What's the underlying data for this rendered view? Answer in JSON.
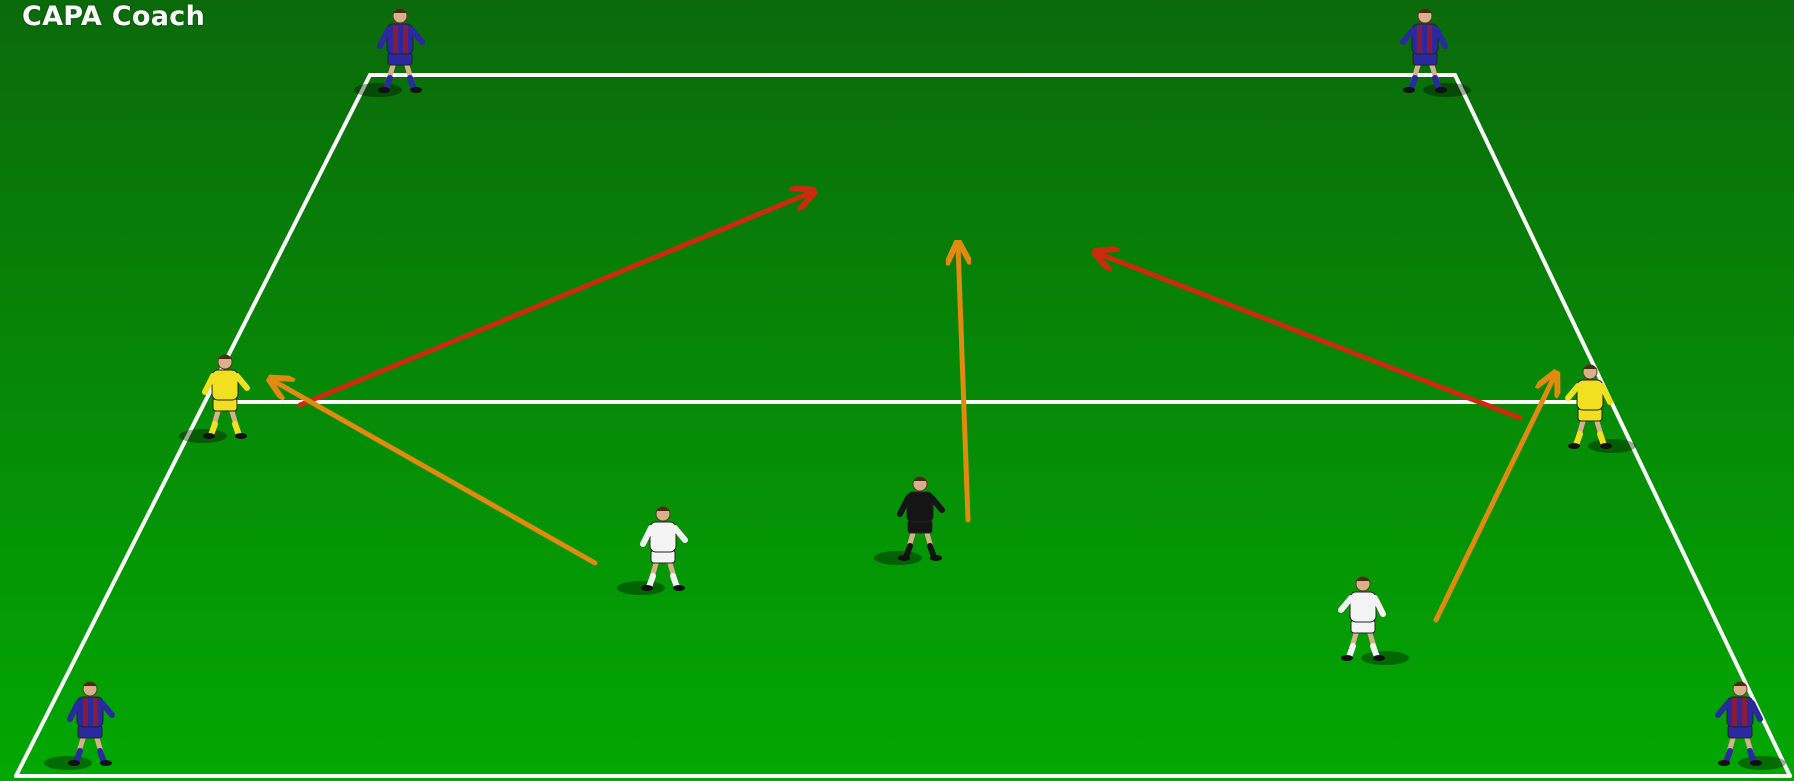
{
  "brand": {
    "label": "CAPA Coach"
  },
  "colors": {
    "pitch_top": "#0a6a0a",
    "pitch_bottom": "#02a802",
    "field_lines": "#ffffff",
    "pass_arrow": "#cc2a10",
    "run_arrow": "#e08a10",
    "team_blue_shirt": "#2a2aa0",
    "team_blue_stripe": "#8a1a3a",
    "team_yellow_shirt": "#f0e020",
    "team_white_shirt": "#f4f4f4",
    "team_black_shirt": "#151515"
  },
  "players": [
    {
      "id": "blue-top-left",
      "team": "blue"
    },
    {
      "id": "blue-top-right",
      "team": "blue"
    },
    {
      "id": "blue-bottom-left",
      "team": "blue"
    },
    {
      "id": "blue-bottom-right",
      "team": "blue"
    },
    {
      "id": "yellow-left",
      "team": "yellow"
    },
    {
      "id": "yellow-right",
      "team": "yellow"
    },
    {
      "id": "white-left",
      "team": "white"
    },
    {
      "id": "white-right",
      "team": "white"
    },
    {
      "id": "black-center",
      "team": "black"
    }
  ],
  "arrows": [
    {
      "id": "pass-left",
      "kind": "pass"
    },
    {
      "id": "pass-right",
      "kind": "pass"
    },
    {
      "id": "run-left",
      "kind": "run"
    },
    {
      "id": "run-center",
      "kind": "run"
    },
    {
      "id": "run-right",
      "kind": "run"
    }
  ]
}
